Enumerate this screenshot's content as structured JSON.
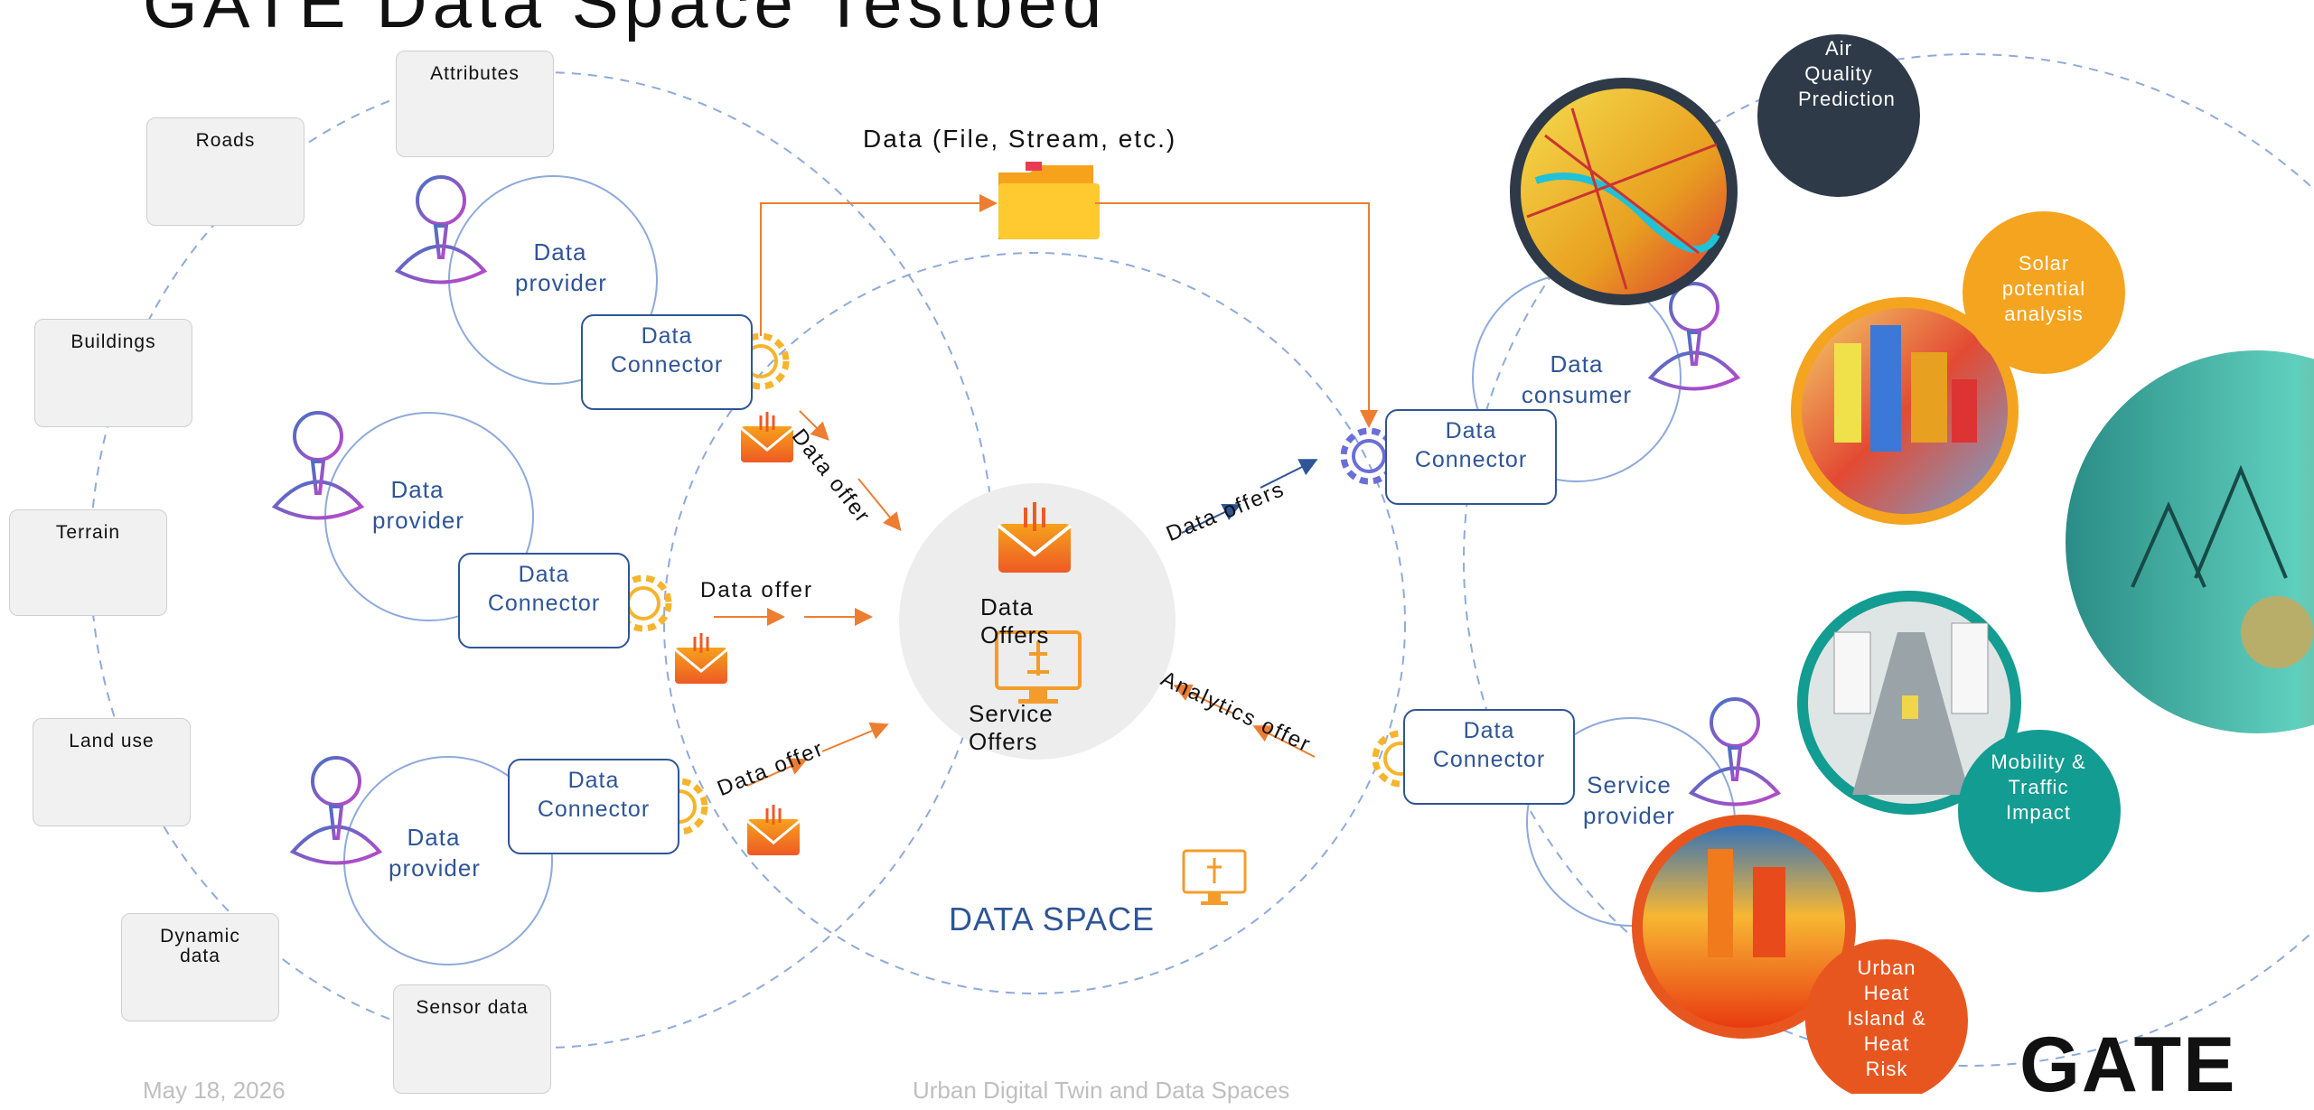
{
  "title": "GATE Data Space Testbed",
  "sources": {
    "attributes": "Attributes",
    "roads": "Roads",
    "buildings": "Buildings",
    "terrain": "Terrain",
    "land_use": "Land use",
    "dynamic_data": "Dynamic data",
    "sensor_data": "Sensor data"
  },
  "providers": {
    "provider_label": "Data provider",
    "consumer_label": "Data consumer",
    "service_provider_label": "Service provider",
    "connector_label": "Data Connector"
  },
  "flows": {
    "file_stream": "Data (File, Stream, etc.)",
    "data_offer": "Data offer",
    "data_offers": "Data offers",
    "analytics_offer": "Analytics offer"
  },
  "center": {
    "data_offers": "Data Offers",
    "service_offers": "Service Offers",
    "data_space": "DATA SPACE"
  },
  "applications": {
    "air_quality": "Air Quality Prediction",
    "solar": "Solar potential analysis",
    "mobility": "Mobility & Traffic Impact",
    "heat": "Urban Heat Island & Heat Risk"
  },
  "colors": {
    "connector_blue": "#2f5597",
    "dashed_ring": "#8eaadb",
    "arrow_orange": "#ed7d31",
    "air_quality": "#2e3a48",
    "solar": "#f4a41e",
    "mobility": "#139c91",
    "heat": "#e8561f"
  },
  "footer": {
    "date": "May 18, 2026",
    "center": "Urban Digital Twin and Data Spaces",
    "logo": "GATE"
  }
}
